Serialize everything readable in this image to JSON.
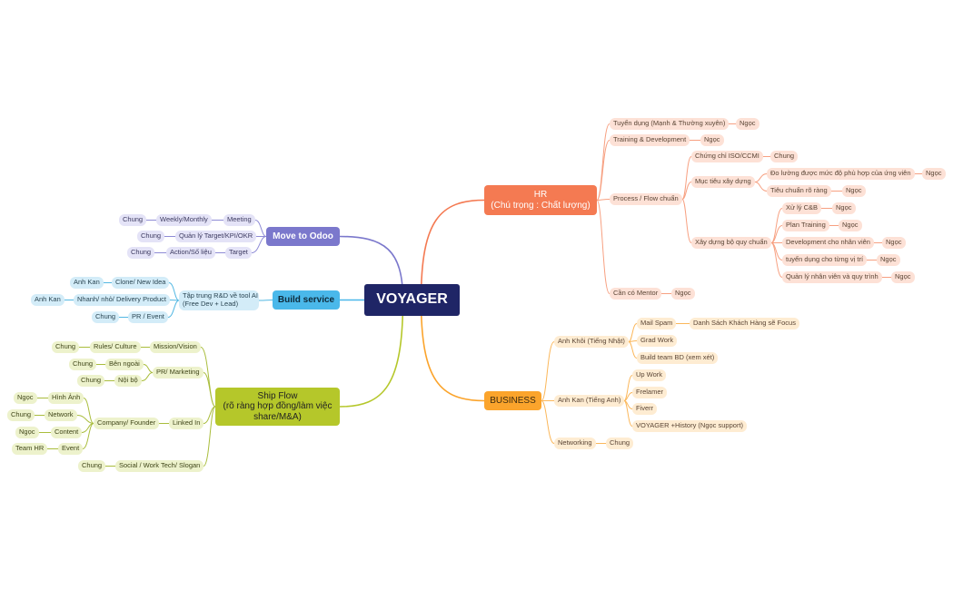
{
  "root": {
    "label": "VOYAGER"
  },
  "colors": {
    "hr": "#f47a52",
    "business": "#fba42c",
    "odoo": "#7b78cc",
    "build": "#4ab8ea",
    "ship": "#b5c72a",
    "root": "#1f2566"
  },
  "hr": {
    "label": "HR\n(Chú trọng : Chất lượng)",
    "tuyen_dung": "Tuyển dụng (Mạnh & Thường xuyên)",
    "tuyen_dung_owner": "Ngọc",
    "training": "Training & Development",
    "training_owner": "Ngọc",
    "process": "Process / Flow chuẩn",
    "iso": "Chứng chỉ ISO/CCMI",
    "iso_owner": "Chung",
    "muc_tieu": "Mục tiêu xây dựng",
    "do_luong": "Đo lường được mức độ phù hợp của ứng viên",
    "do_luong_owner": "Ngọc",
    "tieu_chuan": "Tiêu chuẩn rõ ràng",
    "tieu_chuan_owner": "Ngọc",
    "xay_dung": "Xây dựng bộ quy chuẩn",
    "xu_ly": "Xử lý C&B",
    "xu_ly_owner": "Ngọc",
    "plan_training": "Plan Training",
    "plan_training_owner": "Ngọc",
    "development": "Development cho nhân viên",
    "development_owner": "Ngọc",
    "tuyen_vi_tri": "tuyển dụng cho từng vị trí",
    "tuyen_vi_tri_owner": "Ngọc",
    "quan_ly_nv": "Quản lý nhân viên và quy trình",
    "quan_ly_nv_owner": "Ngọc",
    "mentor": "Cần có Mentor",
    "mentor_owner": "Ngọc"
  },
  "business": {
    "label": "BUSINESS",
    "anh_khoi": "Anh Khôi (Tiếng Nhật)",
    "mail_spam": "Mail Spam",
    "danh_sach": "Danh Sách Khách Hàng sẽ Focus",
    "grad_work": "Grad Work",
    "build_team": "Build team BD (xem xét)",
    "anh_kan": "Anh Kan (Tiếng Anh)",
    "upwork": "Up Work",
    "frelamer": "Frelamer",
    "fiverr": "Fiverr",
    "voyager_history": "VOYAGER +History (Ngọc support)",
    "networking": "Networking",
    "networking_owner": "Chung"
  },
  "odoo": {
    "label": "Move to Odoo",
    "meeting": "Meeting",
    "weekly": "Weekly/Monthly",
    "meeting_owner": "Chung",
    "quan_ly": "Quản lý Target/KPI/OKR",
    "quan_ly_owner": "Chung",
    "target": "Target",
    "action": "Action/Số liệu",
    "target_owner": "Chung"
  },
  "build": {
    "label": "Build service",
    "tap_trung": "Tập trung R&D về tool AI\n(Free Dev + Lead)",
    "clone": "Clone/ New Idea",
    "clone_owner": "Anh Kan",
    "nhanh": "Nhanh/ nhỏ/ Delivery Product",
    "nhanh_owner": "Anh Kan",
    "pr_event": "PR / Event",
    "pr_event_owner": "Chung"
  },
  "ship": {
    "label": "Ship Flow\n(rõ ràng hợp đồng/làm việc\nshare/M&A)",
    "mission": "Mission/Vision",
    "rules": "Rules/ Culture",
    "mission_owner": "Chung",
    "pr_marketing": "PR/ Marketing",
    "ben_ngoai": "Bên ngoài",
    "ben_ngoai_owner": "Chung",
    "noi_bo": "Nội bộ",
    "noi_bo_owner": "Chung",
    "linked_in": "Linked In",
    "company": "Company/ Founder",
    "hinh_anh": "Hình Ảnh",
    "hinh_anh_owner": "Ngọc",
    "network": "Network",
    "network_owner": "Chung",
    "content": "Content",
    "content_owner": "Ngọc",
    "event": "Event",
    "event_owner": "Team HR",
    "social": "Social / Work Tech/ Slogan",
    "social_owner": "Chung"
  }
}
